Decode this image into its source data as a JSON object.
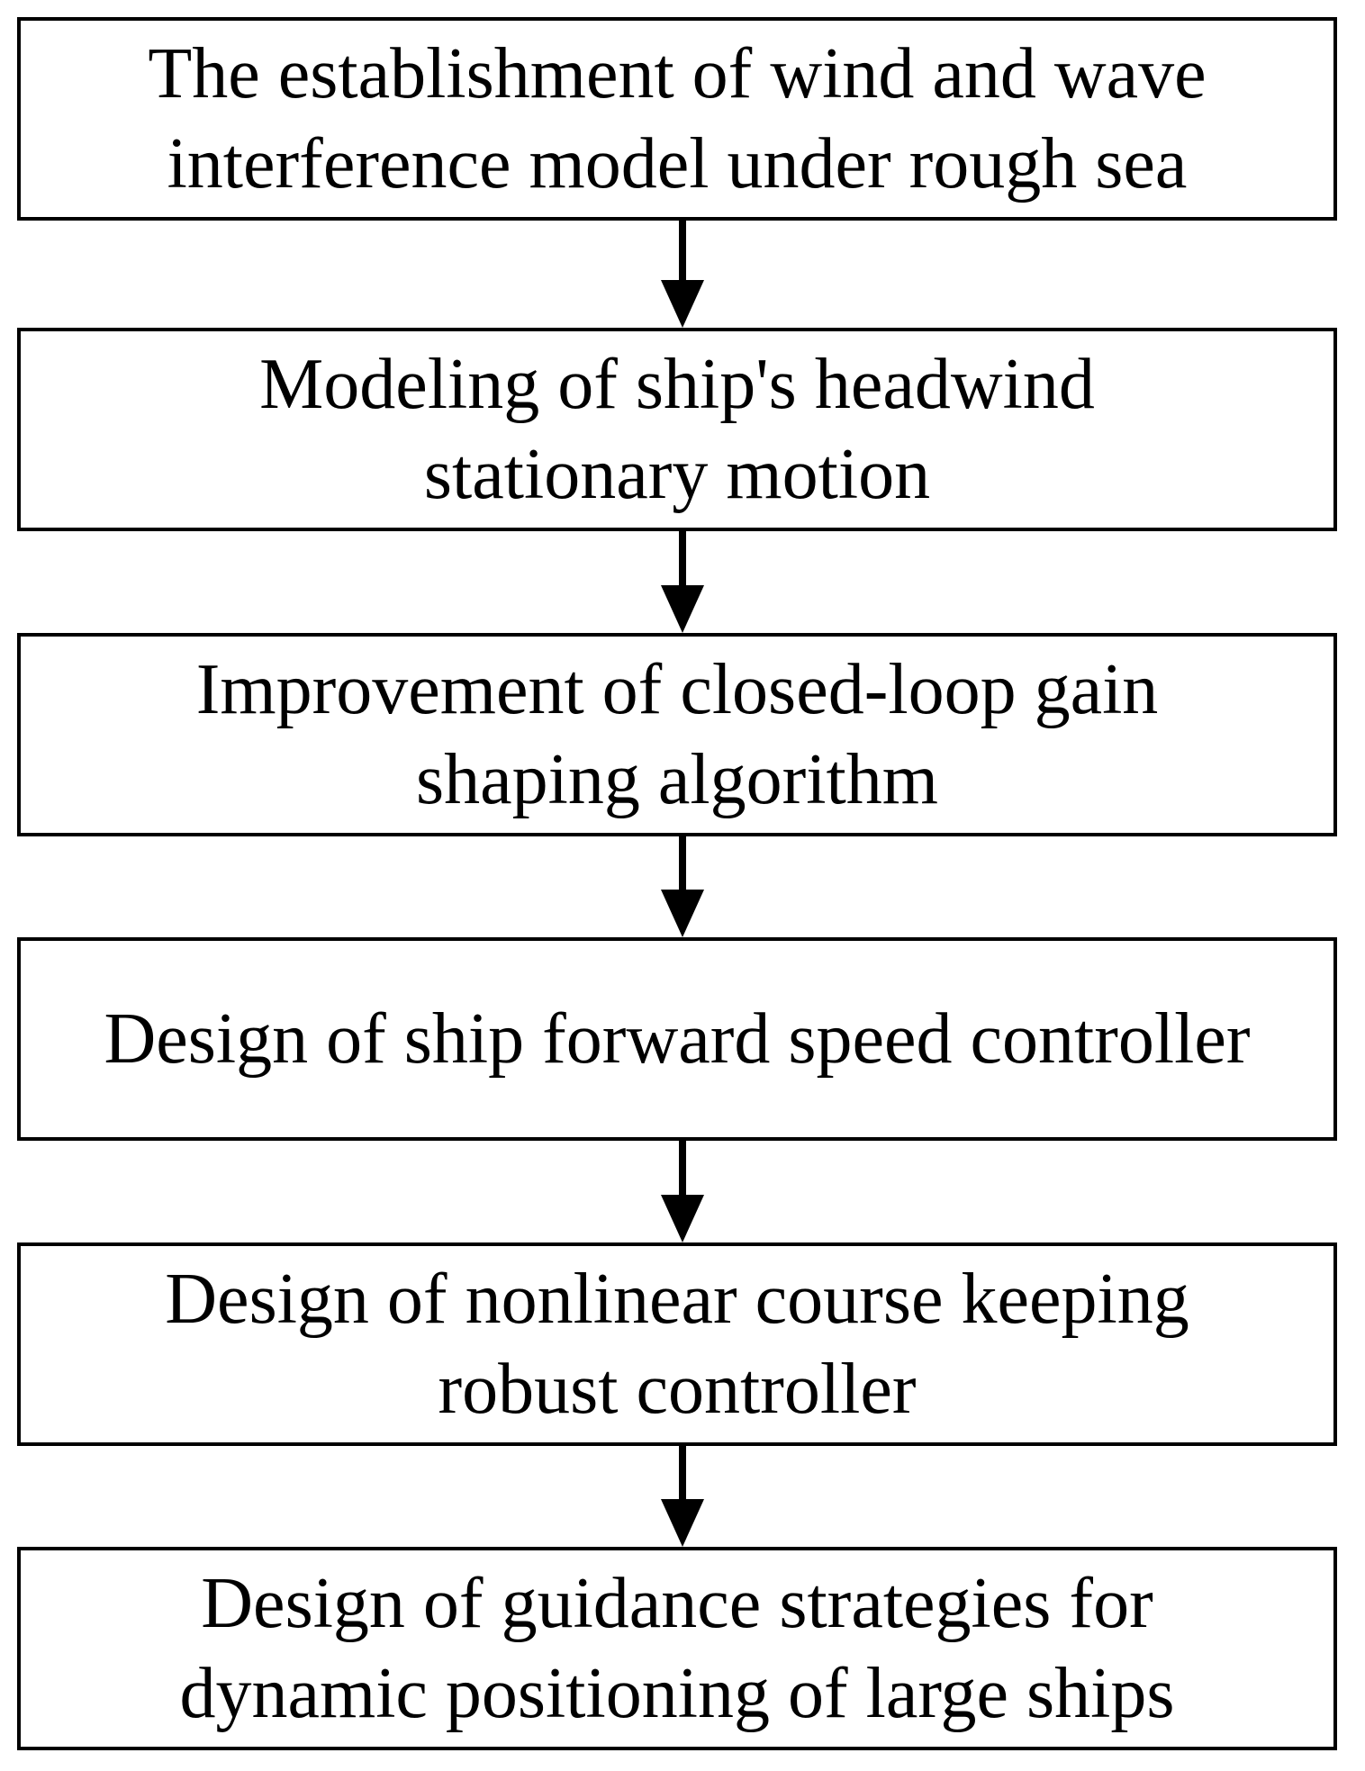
{
  "steps": [
    {
      "line1": "The establishment of wind and wave",
      "line2": "interference model under rough sea"
    },
    {
      "line1": "Modeling of ship's headwind",
      "line2": "stationary motion"
    },
    {
      "line1": "Improvement of closed-loop gain",
      "line2": "shaping algorithm"
    },
    {
      "line1": "Design of ship forward speed controller",
      "line2": ""
    },
    {
      "line1": "Design of nonlinear course keeping",
      "line2": "robust controller"
    },
    {
      "line1": "Design of guidance strategies for",
      "line2": "dynamic positioning of large ships"
    }
  ]
}
